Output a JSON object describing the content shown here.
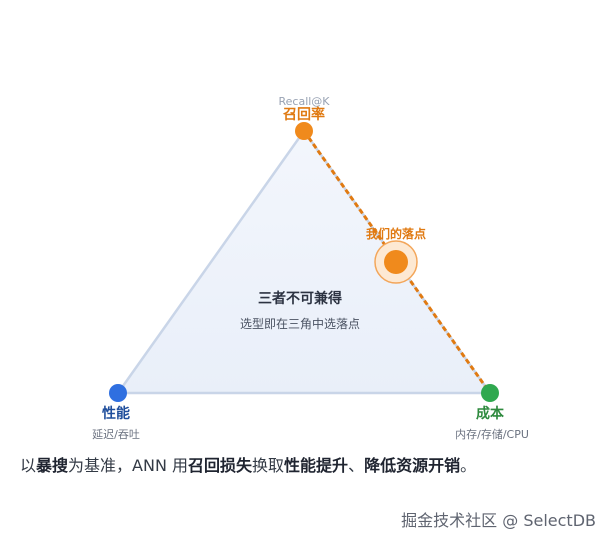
{
  "diagram": {
    "top_vertex": {
      "label": "召回率",
      "sublabel": "Recall@K",
      "color": "#f08a1c"
    },
    "left_vertex": {
      "label": "性能",
      "sublabel": "延迟/吞吐",
      "color": "#2f6fe0"
    },
    "right_vertex": {
      "label": "成本",
      "sublabel": "内存/存储/CPU",
      "color": "#2fa84f"
    },
    "our_point": {
      "label": "我们的落点",
      "color": "#f08a1c"
    },
    "center": {
      "title": "三者不可兼得",
      "subtitle": "选型即在三角中选落点"
    }
  },
  "caption": {
    "parts": [
      {
        "text": "以",
        "bold": false
      },
      {
        "text": "暴搜",
        "bold": true
      },
      {
        "text": "为基准，ANN 用",
        "bold": false
      },
      {
        "text": "召回损失",
        "bold": true
      },
      {
        "text": "换取",
        "bold": false
      },
      {
        "text": "性能提升",
        "bold": true
      },
      {
        "text": "、",
        "bold": false
      },
      {
        "text": "降低资源开销",
        "bold": true
      },
      {
        "text": "。",
        "bold": false
      }
    ]
  },
  "watermark": "掘金技术社区 @ SelectDB",
  "colors": {
    "triangle_fill": "#eef3fb",
    "triangle_stroke": "#c9d5e8",
    "dashed_edge": "#e07a12"
  }
}
